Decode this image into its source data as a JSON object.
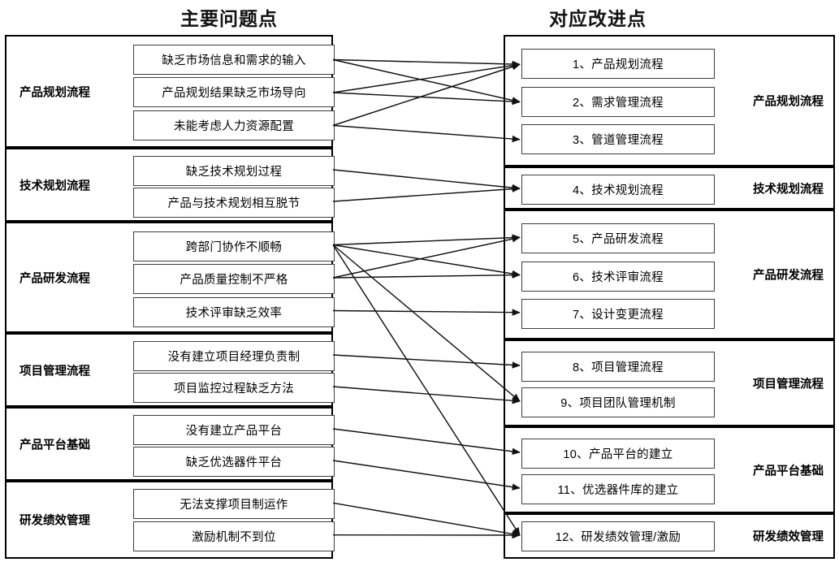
{
  "titles": {
    "left": "主要问题点",
    "right": "对应改进点"
  },
  "left_panel": {
    "categories": [
      {
        "label": "产品规划流程",
        "items": [
          "缺乏市场信息和需求的输入",
          "产品规划结果缺乏市场导向",
          "未能考虑人力资源配置"
        ]
      },
      {
        "label": "技术规划流程",
        "items": [
          "缺乏技术规划过程",
          "产品与技术规划相互脱节"
        ]
      },
      {
        "label": "产品研发流程",
        "items": [
          "跨部门协作不顺畅",
          "产品质量控制不严格",
          "技术评审缺乏效率"
        ]
      },
      {
        "label": "项目管理流程",
        "items": [
          "没有建立项目经理负责制",
          "项目监控过程缺乏方法"
        ]
      },
      {
        "label": "产品平台基础",
        "items": [
          "没有建立产品平台",
          "缺乏优选器件平台"
        ]
      },
      {
        "label": "研发绩效管理",
        "items": [
          "无法支撑项目制运作",
          "激励机制不到位"
        ]
      }
    ]
  },
  "right_panel": {
    "categories": [
      {
        "label": "产品规划流程",
        "items": [
          "1、产品规划流程",
          "2、需求管理流程",
          "3、管道管理流程"
        ]
      },
      {
        "label": "技术规划流程",
        "items": [
          "4、技术规划流程"
        ]
      },
      {
        "label": "产品研发流程",
        "items": [
          "5、产品研发流程",
          "6、技术评审流程",
          "7、设计变更流程"
        ]
      },
      {
        "label": "项目管理流程",
        "items": [
          "8、项目管理流程",
          "9、项目团队管理机制"
        ]
      },
      {
        "label": "产品平台基础",
        "items": [
          "10、产品平台的建立",
          "11、优选器件库的建立"
        ]
      },
      {
        "label": "研发绩效管理",
        "items": [
          "12、研发绩效管理/激励"
        ]
      }
    ]
  },
  "connections": [
    {
      "from": "L0",
      "to": "R0"
    },
    {
      "from": "L0",
      "to": "R1"
    },
    {
      "from": "L1",
      "to": "R0"
    },
    {
      "from": "L1",
      "to": "R1"
    },
    {
      "from": "L2",
      "to": "R0"
    },
    {
      "from": "L2",
      "to": "R2"
    },
    {
      "from": "L3",
      "to": "R3"
    },
    {
      "from": "L4",
      "to": "R3"
    },
    {
      "from": "L5",
      "to": "R4"
    },
    {
      "from": "L5",
      "to": "R5"
    },
    {
      "from": "L5",
      "to": "R8"
    },
    {
      "from": "L5",
      "to": "R11"
    },
    {
      "from": "L6",
      "to": "R4"
    },
    {
      "from": "L6",
      "to": "R5"
    },
    {
      "from": "L7",
      "to": "R6"
    },
    {
      "from": "L8",
      "to": "R7"
    },
    {
      "from": "L9",
      "to": "R8"
    },
    {
      "from": "L10",
      "to": "R9"
    },
    {
      "from": "L11",
      "to": "R10"
    },
    {
      "from": "L12",
      "to": "R11"
    },
    {
      "from": "L13",
      "to": "R11"
    }
  ],
  "style": {
    "line_color": "#111111",
    "box_border": "#3d3d3d",
    "panel_border": "#000000",
    "background": "#ffffff"
  }
}
